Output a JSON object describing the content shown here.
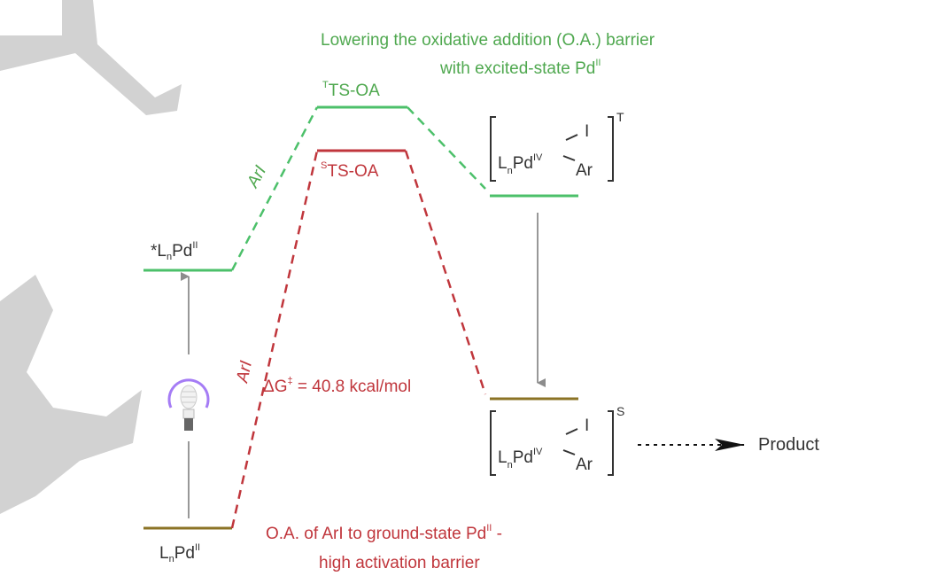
{
  "annotations": {
    "green_line1": "Lowering the oxidative addition (O.A.) barrier",
    "green_line2": "with excited-state Pd",
    "green_line2_sup": "II",
    "red_line1": "O.A. of ArI to ground-state Pd",
    "red_line1_sup": "II",
    "red_line1_tail": " -",
    "red_line2": "high activation barrier",
    "barrier": "ΔG",
    "barrier_sup": "‡",
    "barrier_value": " = 40.8 kcal/mol"
  },
  "states": {
    "ground": {
      "L": "L",
      "n": "n",
      "Pd": "Pd",
      "ox": "II"
    },
    "excited": {
      "star": "*",
      "L": "L",
      "n": "n",
      "Pd": "Pd",
      "ox": "II"
    },
    "triplet_ts": {
      "mult": "T",
      "label": "TS-OA"
    },
    "singlet_ts": {
      "mult": "S",
      "label": "TS-OA"
    },
    "triplet_complex": {
      "L": "L",
      "n": "n",
      "Pd": "Pd",
      "ox": "IV",
      "I": "I",
      "Ar": "Ar",
      "mult": "T"
    },
    "singlet_complex": {
      "L": "L",
      "n": "n",
      "Pd": "Pd",
      "ox": "IV",
      "I": "I",
      "Ar": "Ar",
      "mult": "S"
    }
  },
  "reagent_labels": {
    "green_path": "ArI",
    "red_path": "ArI"
  },
  "product": "Product",
  "icons": {
    "light": "light-bulb-icon"
  },
  "colors": {
    "green": "#4cc06a",
    "red": "#c0363c",
    "brown": "#8b7325",
    "gray": "#8c8c8c"
  }
}
